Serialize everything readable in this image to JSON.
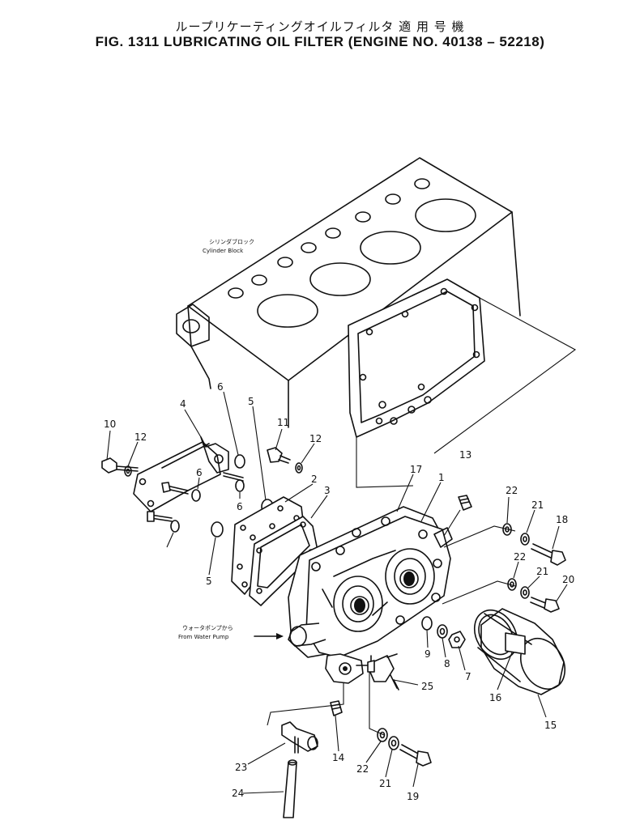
{
  "header": {
    "title_jp": "ループリケーティングオイルフィルタ 適 用 号 機",
    "title_en": "FIG. 1311  LUBRICATING OIL FILTER (ENGINE NO. 40138 – 52218)"
  },
  "notes": {
    "cylinder_block_jp": "シリンダブロック",
    "cylinder_block_en": "Cylinder Block",
    "water_pump_jp": "ウォータポンプから",
    "water_pump_en": "From Water Pump"
  },
  "callouts": [
    "10",
    "12",
    "4",
    "6",
    "5",
    "11",
    "12",
    "6",
    "6",
    "5",
    "2",
    "3",
    "17",
    "1",
    "13",
    "22",
    "21",
    "18",
    "22",
    "21",
    "20",
    "9",
    "8",
    "7",
    "16",
    "15",
    "25",
    "23",
    "14",
    "22",
    "21",
    "19",
    "24"
  ]
}
